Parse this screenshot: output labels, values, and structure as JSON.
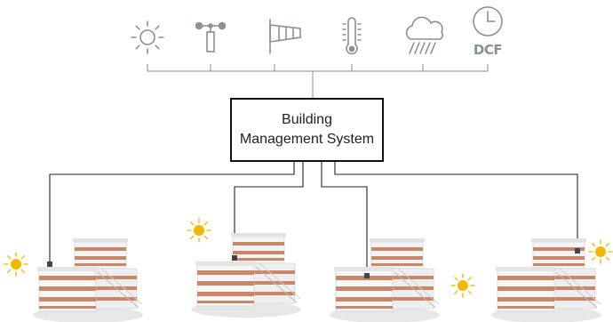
{
  "bms": {
    "line1": "Building",
    "line2": "Management System"
  },
  "sensors": [
    {
      "name": "sun-sensor",
      "icon": "sun-icon"
    },
    {
      "name": "wind-speed-sensor",
      "icon": "anemometer-icon"
    },
    {
      "name": "wind-direction-sensor",
      "icon": "windsock-icon"
    },
    {
      "name": "temperature-sensor",
      "icon": "thermometer-icon"
    },
    {
      "name": "rain-sensor",
      "icon": "rain-cloud-icon"
    },
    {
      "name": "time-signal-receiver",
      "icon": "clock-icon",
      "label": "DCF"
    }
  ],
  "buildings": [
    {
      "name": "building-1",
      "sun_side": "left"
    },
    {
      "name": "building-2",
      "sun_side": "left"
    },
    {
      "name": "building-3",
      "sun_side": "right"
    },
    {
      "name": "building-4",
      "sun_side": "right"
    }
  ],
  "colors": {
    "icon_gray": "#8a8f98",
    "line_dark": "#222222",
    "bus_gray": "#9aa0a6",
    "sun_yellow": "#f5b800",
    "sun_ray": "#f7c21a",
    "building_orange": "#c9876a",
    "building_white": "#f1f1f1"
  }
}
